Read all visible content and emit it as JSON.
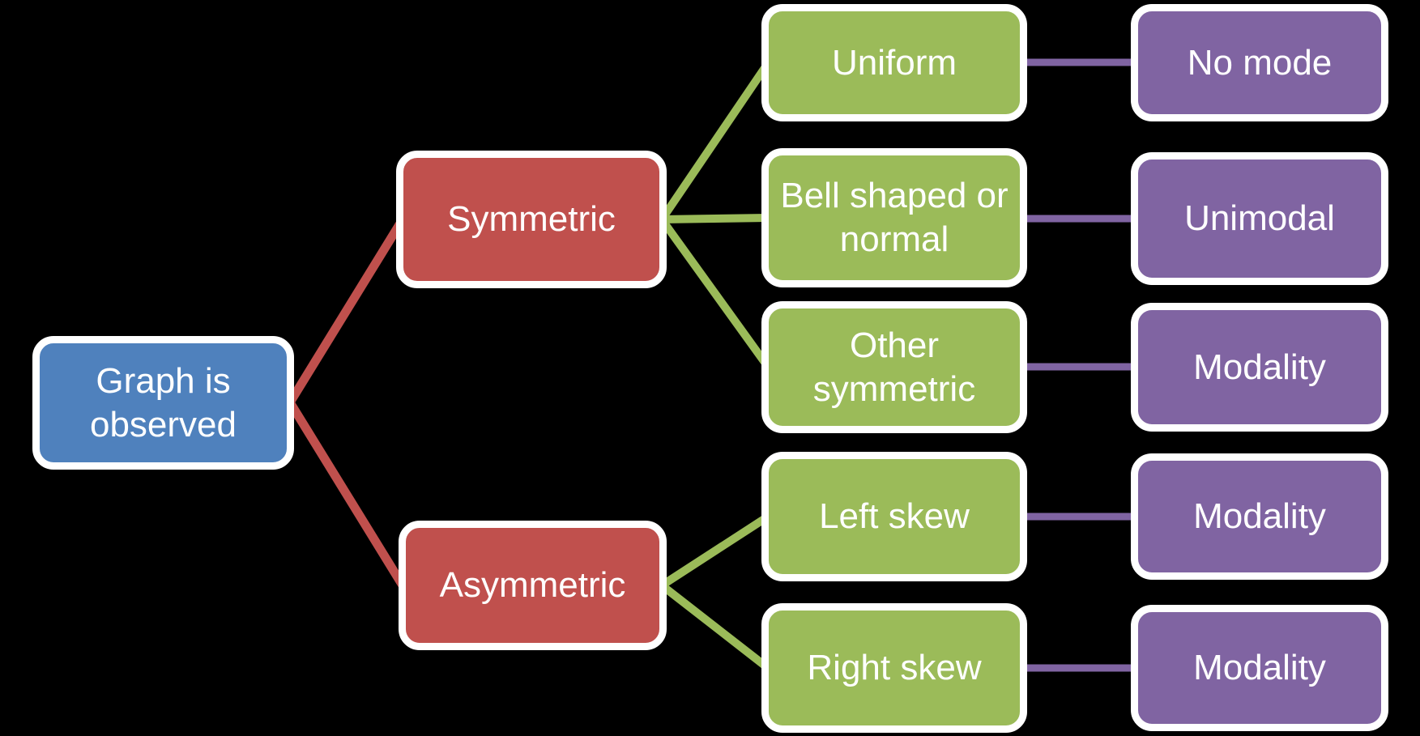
{
  "palette": {
    "background": "#000000",
    "node_border": "#FFFFFF",
    "text": "#FFFFFF",
    "blue": "#4F81BD",
    "red": "#C0504D",
    "green": "#9BBB59",
    "purple": "#8064A2"
  },
  "diagram": {
    "type": "hierarchy-flowchart",
    "direction": "left-to-right",
    "nodes": [
      {
        "id": "root",
        "label": "Graph is observed",
        "color": "blue",
        "level": 1
      },
      {
        "id": "symmetric",
        "label": "Symmetric",
        "color": "red",
        "level": 2,
        "parent": "root"
      },
      {
        "id": "asymmetric",
        "label": "Asymmetric",
        "color": "red",
        "level": 2,
        "parent": "root"
      },
      {
        "id": "uniform",
        "label": "Uniform",
        "color": "green",
        "level": 3,
        "parent": "symmetric"
      },
      {
        "id": "bell",
        "label": "Bell shaped or normal",
        "color": "green",
        "level": 3,
        "parent": "symmetric"
      },
      {
        "id": "other",
        "label": "Other symmetric",
        "color": "green",
        "level": 3,
        "parent": "symmetric"
      },
      {
        "id": "left-skew",
        "label": "Left skew",
        "color": "green",
        "level": 3,
        "parent": "asymmetric"
      },
      {
        "id": "right-skew",
        "label": "Right skew",
        "color": "green",
        "level": 3,
        "parent": "asymmetric"
      },
      {
        "id": "no-mode",
        "label": "No mode",
        "color": "purple",
        "level": 4,
        "parent": "uniform"
      },
      {
        "id": "unimodal",
        "label": "Unimodal",
        "color": "purple",
        "level": 4,
        "parent": "bell"
      },
      {
        "id": "modality-other",
        "label": "Modality",
        "color": "purple",
        "level": 4,
        "parent": "other"
      },
      {
        "id": "modality-left",
        "label": "Modality",
        "color": "purple",
        "level": 4,
        "parent": "left-skew"
      },
      {
        "id": "modality-right",
        "label": "Modality",
        "color": "purple",
        "level": 4,
        "parent": "right-skew"
      }
    ],
    "edges": [
      {
        "from": "root",
        "to": "symmetric",
        "color": "red"
      },
      {
        "from": "root",
        "to": "asymmetric",
        "color": "red"
      },
      {
        "from": "symmetric",
        "to": "uniform",
        "color": "green"
      },
      {
        "from": "symmetric",
        "to": "bell",
        "color": "green"
      },
      {
        "from": "symmetric",
        "to": "other",
        "color": "green"
      },
      {
        "from": "asymmetric",
        "to": "left-skew",
        "color": "green"
      },
      {
        "from": "asymmetric",
        "to": "right-skew",
        "color": "green"
      },
      {
        "from": "uniform",
        "to": "no-mode",
        "color": "purple"
      },
      {
        "from": "bell",
        "to": "unimodal",
        "color": "purple"
      },
      {
        "from": "other",
        "to": "modality-other",
        "color": "purple"
      },
      {
        "from": "left-skew",
        "to": "modality-left",
        "color": "purple"
      },
      {
        "from": "right-skew",
        "to": "modality-right",
        "color": "purple"
      }
    ]
  }
}
